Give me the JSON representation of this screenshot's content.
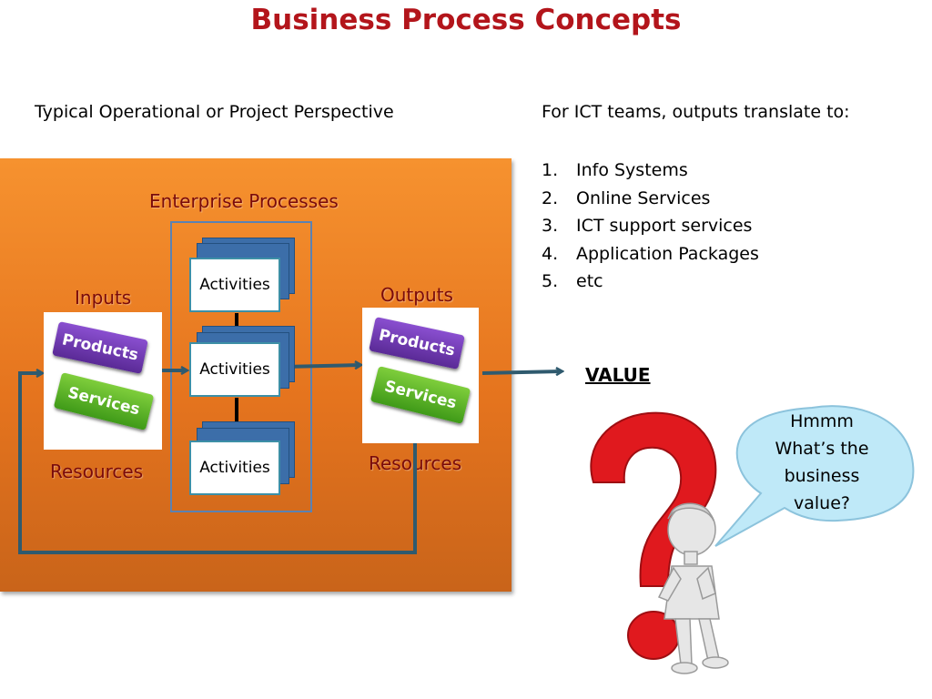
{
  "title": "Business Process Concepts",
  "left_heading": "Typical Operational or Project Perspective",
  "right_heading": "For ICT teams, outputs translate to:",
  "ict_outputs": [
    {
      "num": "1.",
      "text": "Info Systems"
    },
    {
      "num": "2.",
      "text": "Online Services"
    },
    {
      "num": "3.",
      "text": "ICT support services"
    },
    {
      "num": "4.",
      "text": "Application Packages"
    },
    {
      "num": "5.",
      "text": "etc"
    }
  ],
  "diagram": {
    "enterprise_label": "Enterprise Processes",
    "activities": [
      "Activities",
      "Activities",
      "Activities"
    ],
    "inputs_label": "Inputs",
    "outputs_label": "Outputs",
    "resources_left": "Resources",
    "resources_right": "Resources",
    "value_label": "VALUE",
    "photo_tags": {
      "products": "Products",
      "services": "Services"
    }
  },
  "callout": {
    "lines": [
      "Hmmm",
      "What’s the",
      "business",
      "value?"
    ]
  },
  "colors": {
    "title": "#b3151b",
    "panel": "#f28a2c",
    "panel_label": "#7a0b0b",
    "arrow": "#2f5a6e",
    "question_mark": "#e0191e",
    "callout_fill": "#bfe9f8"
  }
}
